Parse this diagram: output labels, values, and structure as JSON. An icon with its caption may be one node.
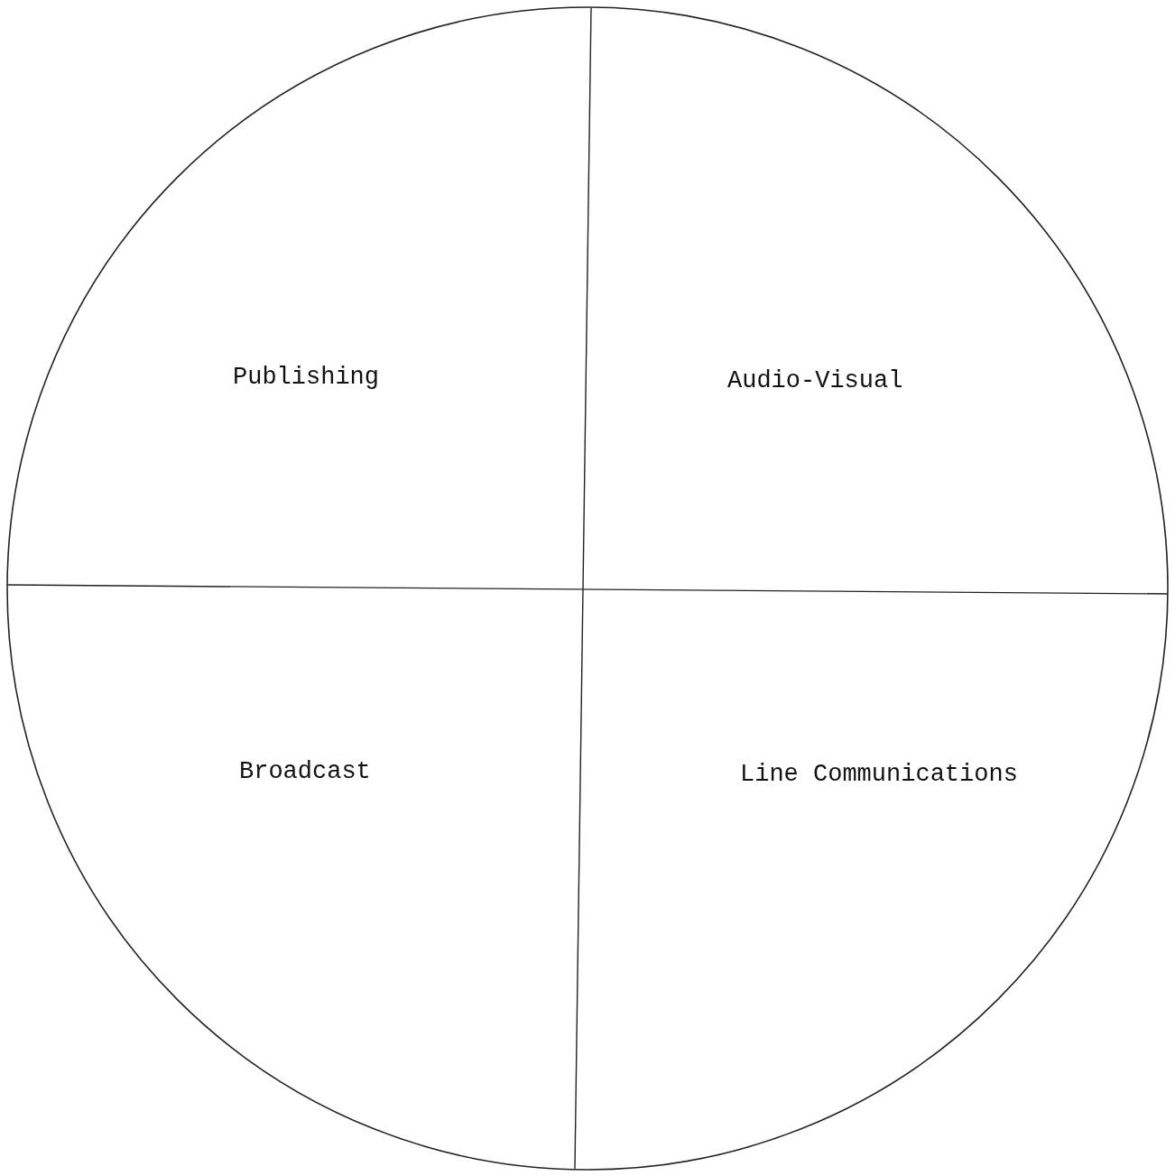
{
  "diagram": {
    "nodes": [
      {
        "text": [],
        "shape": "circle"
      },
      {
        "text": [
          "Publishing"
        ],
        "in": 0
      },
      {
        "text": [
          "Audio-Visual"
        ],
        "in": 0
      },
      {
        "text": [
          "Broadcast"
        ],
        "in": 0
      },
      {
        "text": [
          "Line Communications"
        ],
        "in": 0
      }
    ]
  }
}
